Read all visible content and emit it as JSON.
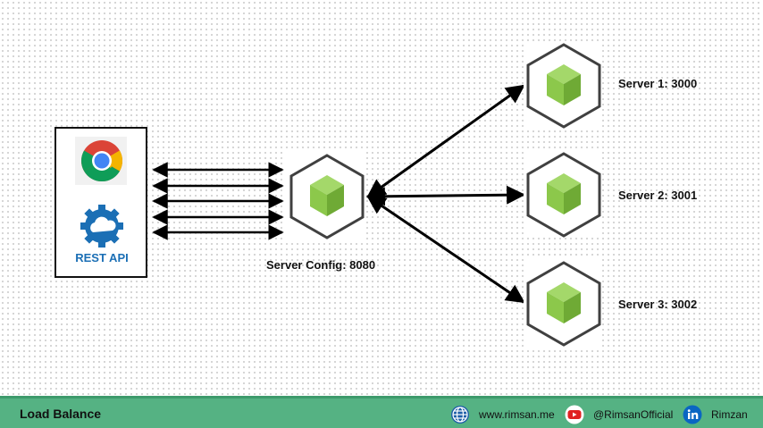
{
  "client": {
    "browser_icon": "chrome-icon",
    "api_icon": "cloud-gear-icon",
    "api_label": "REST API"
  },
  "balancer": {
    "icon": "nodejs-cube-icon",
    "label": "Server Config: 8080"
  },
  "servers": [
    {
      "icon": "nodejs-cube-icon",
      "label": "Server 1: 3000"
    },
    {
      "icon": "nodejs-cube-icon",
      "label": "Server 2: 3001"
    },
    {
      "icon": "nodejs-cube-icon",
      "label": "Server 3: 3002"
    }
  ],
  "footer": {
    "title": "Load Balance",
    "website": "www.rimsan.me",
    "youtube": "@RimsanOfficial",
    "linkedin": "Rimzan",
    "colors": {
      "bar": "#55b283",
      "youtube": "#e02020",
      "linkedin": "#0a66c2",
      "globe": "#1f5fa8"
    }
  },
  "colors": {
    "cube_green": "#8cc84b",
    "hexagon_stroke": "#404040",
    "rest_blue": "#1b6fb5"
  }
}
